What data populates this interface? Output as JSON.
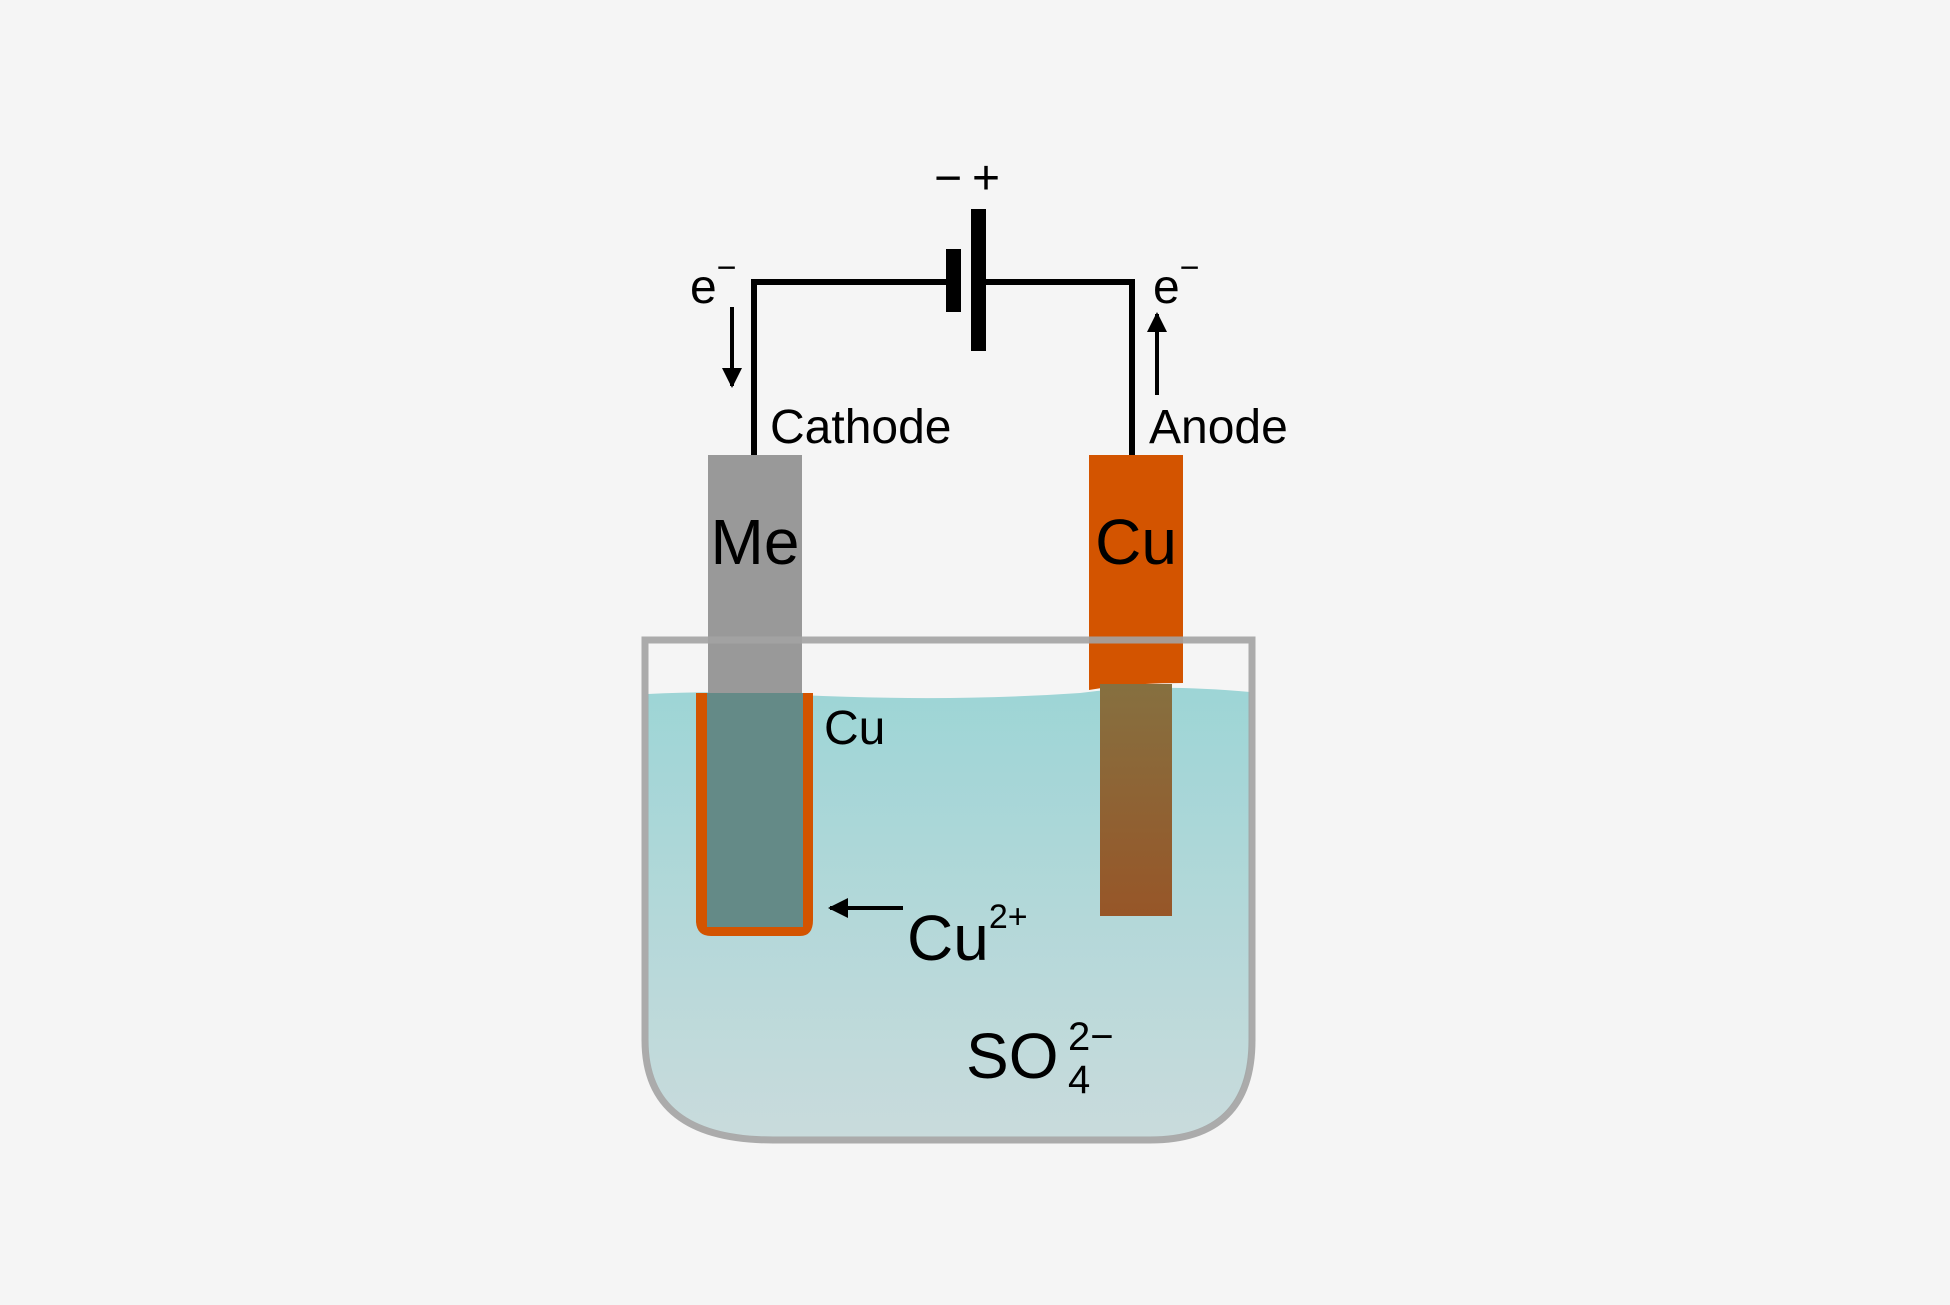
{
  "battery": {
    "minus_symbol": "−",
    "plus_symbol": "+"
  },
  "electron_left": {
    "base": "e",
    "charge": "−",
    "arrow_direction": "down"
  },
  "electron_right": {
    "base": "e",
    "charge": "−",
    "arrow_direction": "up"
  },
  "cathode": {
    "label": "Cathode",
    "electrode_label": "Me",
    "coating_label": "Cu",
    "color": "#999999"
  },
  "anode": {
    "label": "Anode",
    "electrode_label": "Cu",
    "color": "#d35400"
  },
  "copper_ion": {
    "base": "Cu",
    "charge": "2+"
  },
  "sulfate_ion": {
    "base": "SO",
    "subscript": "4",
    "charge": "2−"
  },
  "colors": {
    "background": "#f5f5f5",
    "electrolyte_top": "#9dd5d6",
    "electrolyte_bottom": "#c9dbdc",
    "vessel_outline": "#a3a3a3",
    "copper": "#d35400",
    "wire": "#000000"
  }
}
